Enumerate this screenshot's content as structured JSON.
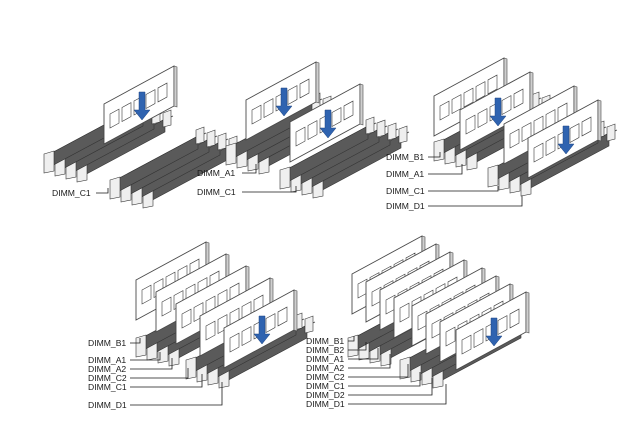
{
  "colors": {
    "slot_top": "#9a9a9a",
    "slot_side": "#5a5a5a",
    "slot_channel": "#d6d6d6",
    "latch": "#efefef",
    "module_fill": "#ffffff",
    "module_edge": "#4a4a4a",
    "chip_edge": "#3a3a3a",
    "arrow": "#2f63b0",
    "line": "#1a1a1a"
  },
  "panels": [
    {
      "id": "one-dimm",
      "labels": [
        "DIMM_C1"
      ]
    },
    {
      "id": "two-dimms",
      "labels": [
        "DIMM_A1",
        "DIMM_C1"
      ]
    },
    {
      "id": "four-dimms",
      "labels": [
        "DIMM_B1",
        "DIMM_A1",
        "DIMM_C1",
        "DIMM_D1"
      ]
    },
    {
      "id": "six-dimms",
      "labels": [
        "DIMM_B1",
        "DIMM_A1",
        "DIMM_A2",
        "DIMM_C2",
        "DIMM_C1",
        "DIMM_D1"
      ]
    },
    {
      "id": "eight-dimms",
      "labels": [
        "DIMM_B1",
        "DIMM_B2",
        "DIMM_A1",
        "DIMM_A2",
        "DIMM_C2",
        "DIMM_C1",
        "DIMM_D2",
        "DIMM_D1"
      ]
    }
  ]
}
